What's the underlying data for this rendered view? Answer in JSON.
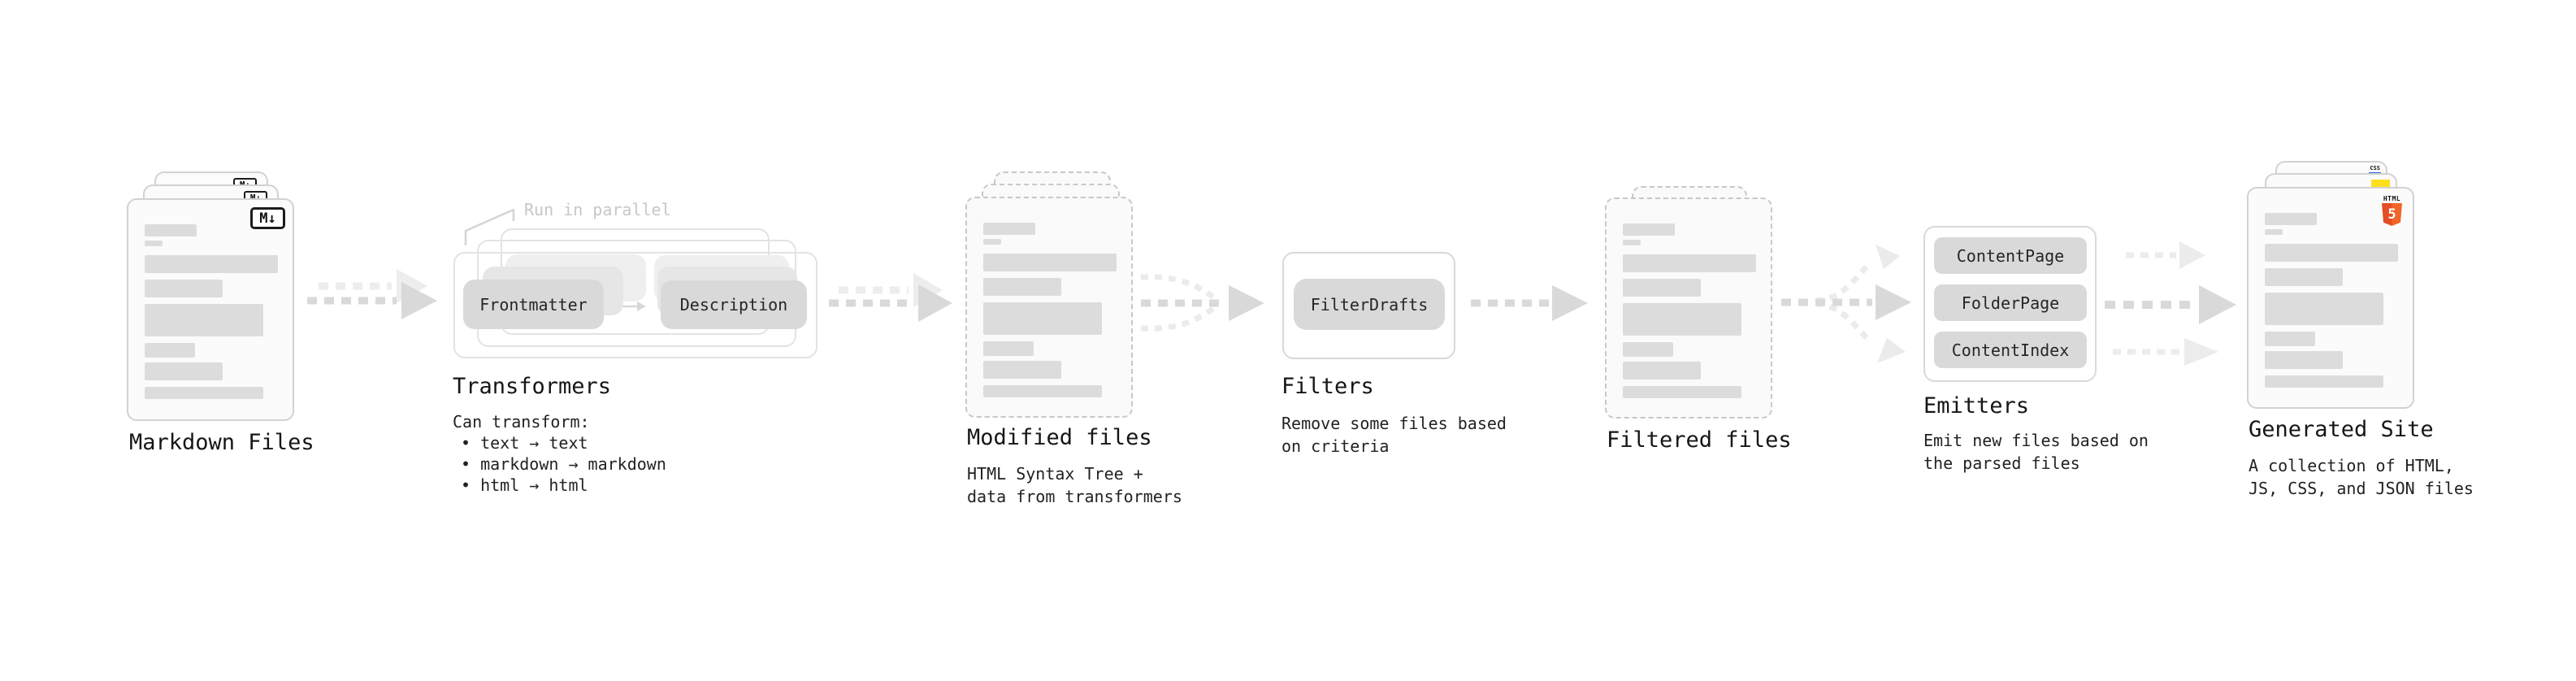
{
  "colors": {
    "ink": "#161616",
    "subtext": "#222222",
    "note_gray": "#c7c7c7",
    "chip_bg": "#d9d9d9",
    "arrow_gray": "#d9d9d9",
    "arrow_light": "#ededed",
    "card_border": "#d2d2d2",
    "card_dashed_border": "#c8c8c8",
    "card_bg": "#fbfbfb",
    "skeleton_fill": "#dcdcdc",
    "container_border": "#e3e3e3",
    "html5_orange": "#e44d26",
    "js_yellow": "#ffdf1e",
    "css_blue": "#2862e9"
  },
  "stages": {
    "markdown": {
      "title": "Markdown Files",
      "badge": "M↓"
    },
    "transformers": {
      "title": "Transformers",
      "note": "Run in parallel",
      "chips": [
        "Frontmatter",
        "Description"
      ],
      "desc_heading": "Can transform:",
      "bullets": [
        "• text → text",
        "• markdown → markdown",
        "• html → html"
      ]
    },
    "modified": {
      "title": "Modified files",
      "desc": [
        "HTML Syntax Tree +",
        "data from transformers"
      ]
    },
    "filters": {
      "title": "Filters",
      "chip": "FilterDrafts",
      "desc": [
        "Remove some files based",
        "on criteria"
      ]
    },
    "filtered": {
      "title": "Filtered files"
    },
    "emitters": {
      "title": "Emitters",
      "chips": [
        "ContentPage",
        "FolderPage",
        "ContentIndex"
      ],
      "desc": [
        "Emit new files based on",
        "the parsed files"
      ]
    },
    "generated": {
      "title": "Generated Site",
      "desc": [
        "A collection of HTML,",
        "JS, CSS, and JSON files"
      ],
      "badges": {
        "css": "CSS",
        "html_label": "HTML",
        "html_number": "5"
      }
    }
  }
}
